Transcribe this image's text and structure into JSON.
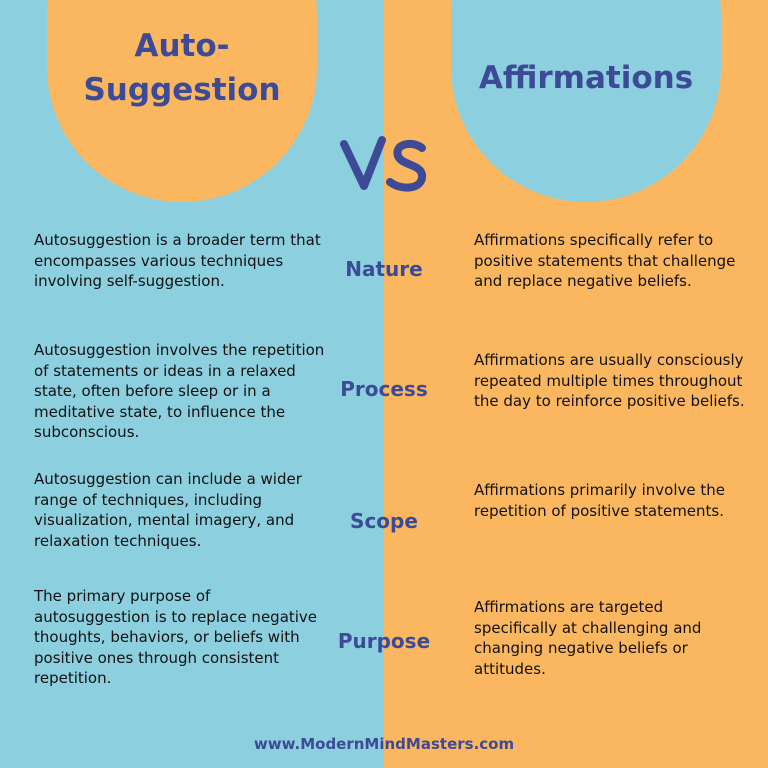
{
  "colors": {
    "left_bg": "#8ccfdf",
    "right_bg": "#fbb75f",
    "accent": "#3d4a96"
  },
  "left_title": "Auto-\nSuggestion",
  "right_title": "Affirmations",
  "vs_label": "VS",
  "rows": [
    {
      "label": "Nature",
      "left": "Autosuggestion is a broader term that encompasses various techniques involving self-suggestion.",
      "right": "Affirmations specifically refer to positive statements that challenge and replace negative beliefs."
    },
    {
      "label": "Process",
      "left": "Autosuggestion involves the repetition of statements or ideas in a relaxed state, often before sleep or in a meditative state, to influence the subconscious.",
      "right": "Affirmations are usually consciously repeated multiple times throughout the day to reinforce positive beliefs."
    },
    {
      "label": "Scope",
      "left": "Autosuggestion can include a wider range of techniques, including visualization, mental imagery, and relaxation techniques.",
      "right": "Affirmations primarily involve the repetition of positive statements."
    },
    {
      "label": "Purpose",
      "left": "The primary purpose of autosuggestion is to replace negative thoughts, behaviors, or beliefs with positive ones through consistent repetition.",
      "right": "Affirmations are targeted specifically at challenging and changing negative beliefs or attitudes."
    }
  ],
  "footer": "www.ModernMindMasters.com"
}
